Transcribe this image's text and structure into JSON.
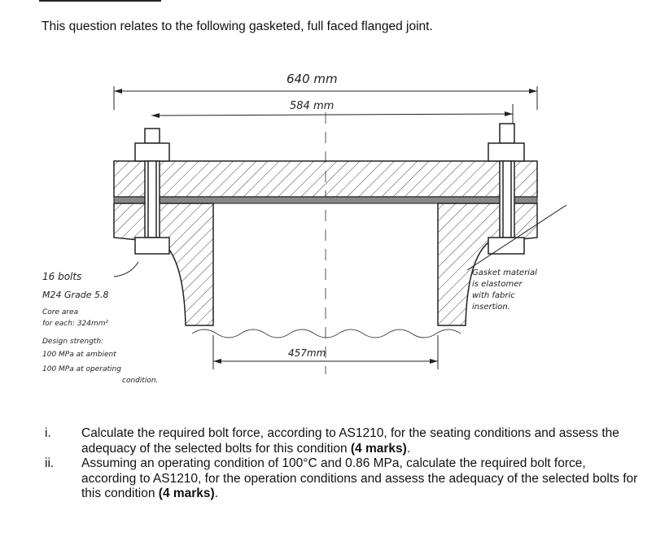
{
  "intro": "This question relates to the following gasketed, full faced flanged joint.",
  "figure": {
    "dim_outer": "640 mm",
    "dim_bolt_circle": "584 mm",
    "dim_bore": "457mm",
    "bolt_notes": [
      "16 bolts",
      "M24 Grade 5.8",
      "Core area",
      "for each: 324mm²",
      "Design strength:",
      "100 MPa at ambient",
      "100 MPa at operating",
      "condition."
    ],
    "gasket_notes": [
      "Gasket material",
      "is elastomer",
      "with fabric",
      "insertion."
    ]
  },
  "questions": [
    {
      "num": "i.",
      "text": "Calculate the required bolt force, according to AS1210, for the seating conditions and assess the adequacy of the selected bolts for this condition ",
      "marks": "(4 marks)",
      "end": "."
    },
    {
      "num": "ii.",
      "text": "Assuming an operating condition of 100°C and 0.86 MPa, calculate the required bolt force, according to AS1210, for the operation conditions and assess the adequacy of the selected bolts for this condition ",
      "marks": "(4 marks)",
      "end": "."
    }
  ]
}
